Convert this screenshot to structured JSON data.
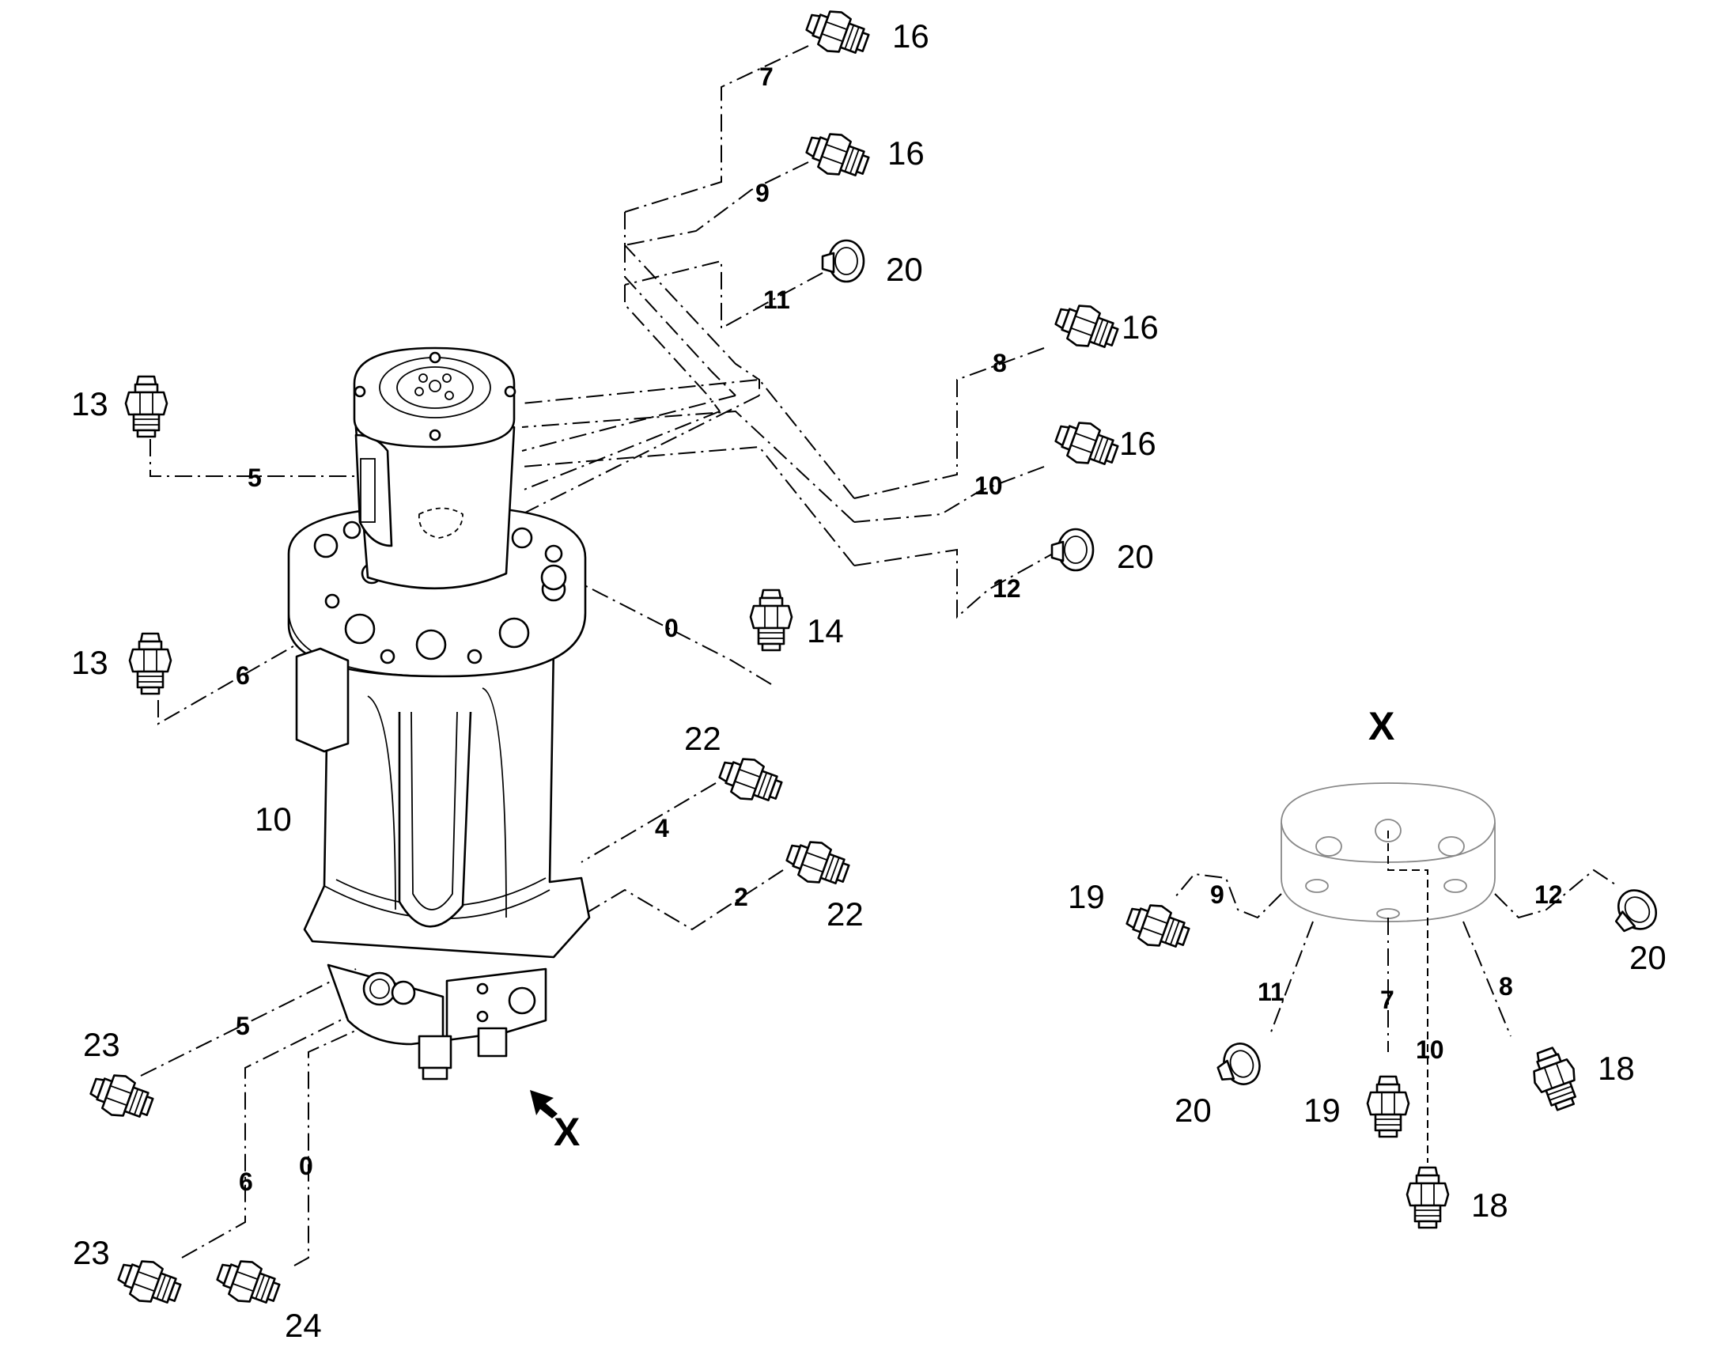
{
  "view_labels": {
    "main_arrow": "X",
    "detail_title": "X"
  },
  "callouts": {
    "top_16a": "16",
    "top_16b": "16",
    "top_20a": "20",
    "r_16a": "16",
    "r_16b": "16",
    "r_20b": "20",
    "l_13a": "13",
    "l_13b": "13",
    "r_14": "14",
    "r_22a": "22",
    "r_22b": "22",
    "body_10": "10",
    "b_23a": "23",
    "b_23b": "23",
    "b_24": "24",
    "d_19a": "19",
    "d_20a": "20",
    "d_20b": "20",
    "d_19b": "19",
    "d_18a": "18",
    "d_18b": "18"
  },
  "ports": {
    "p7": "7",
    "p9": "9",
    "p11": "11",
    "p8": "8",
    "p10": "10",
    "p12": "12",
    "p5a": "5",
    "p6a": "6",
    "p0a": "0",
    "p4": "4",
    "p2": "2",
    "p5b": "5",
    "p6b": "6",
    "p0b": "0",
    "d9": "9",
    "d12": "12",
    "d11": "11",
    "d7": "7",
    "d10": "10",
    "d8": "8"
  },
  "icons": [
    "fitting-icon",
    "plug-icon",
    "view-arrow-icon",
    "rotary-joint-icon"
  ]
}
